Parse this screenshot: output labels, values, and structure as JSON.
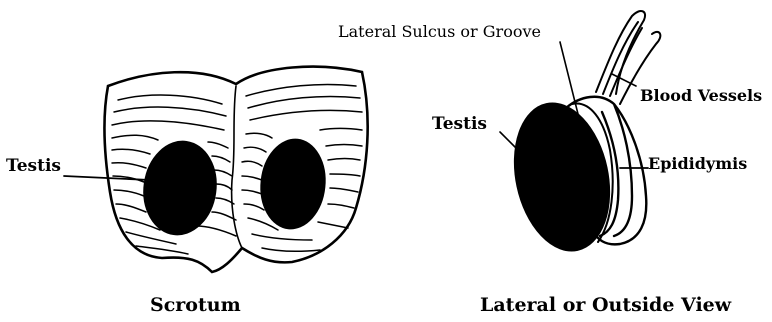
{
  "scrotum": {
    "testis_label": "Testis",
    "caption": "Scrotum"
  },
  "lateral": {
    "sulcus_label": "Lateral Sulcus or Groove",
    "blood_vessels_label": "Blood Vessels",
    "testis_label": "Testis",
    "epididymis_label": "Epididymis",
    "caption": "Lateral or Outside View"
  },
  "colors": {
    "ink": "#000000",
    "background": "#ffffff"
  }
}
